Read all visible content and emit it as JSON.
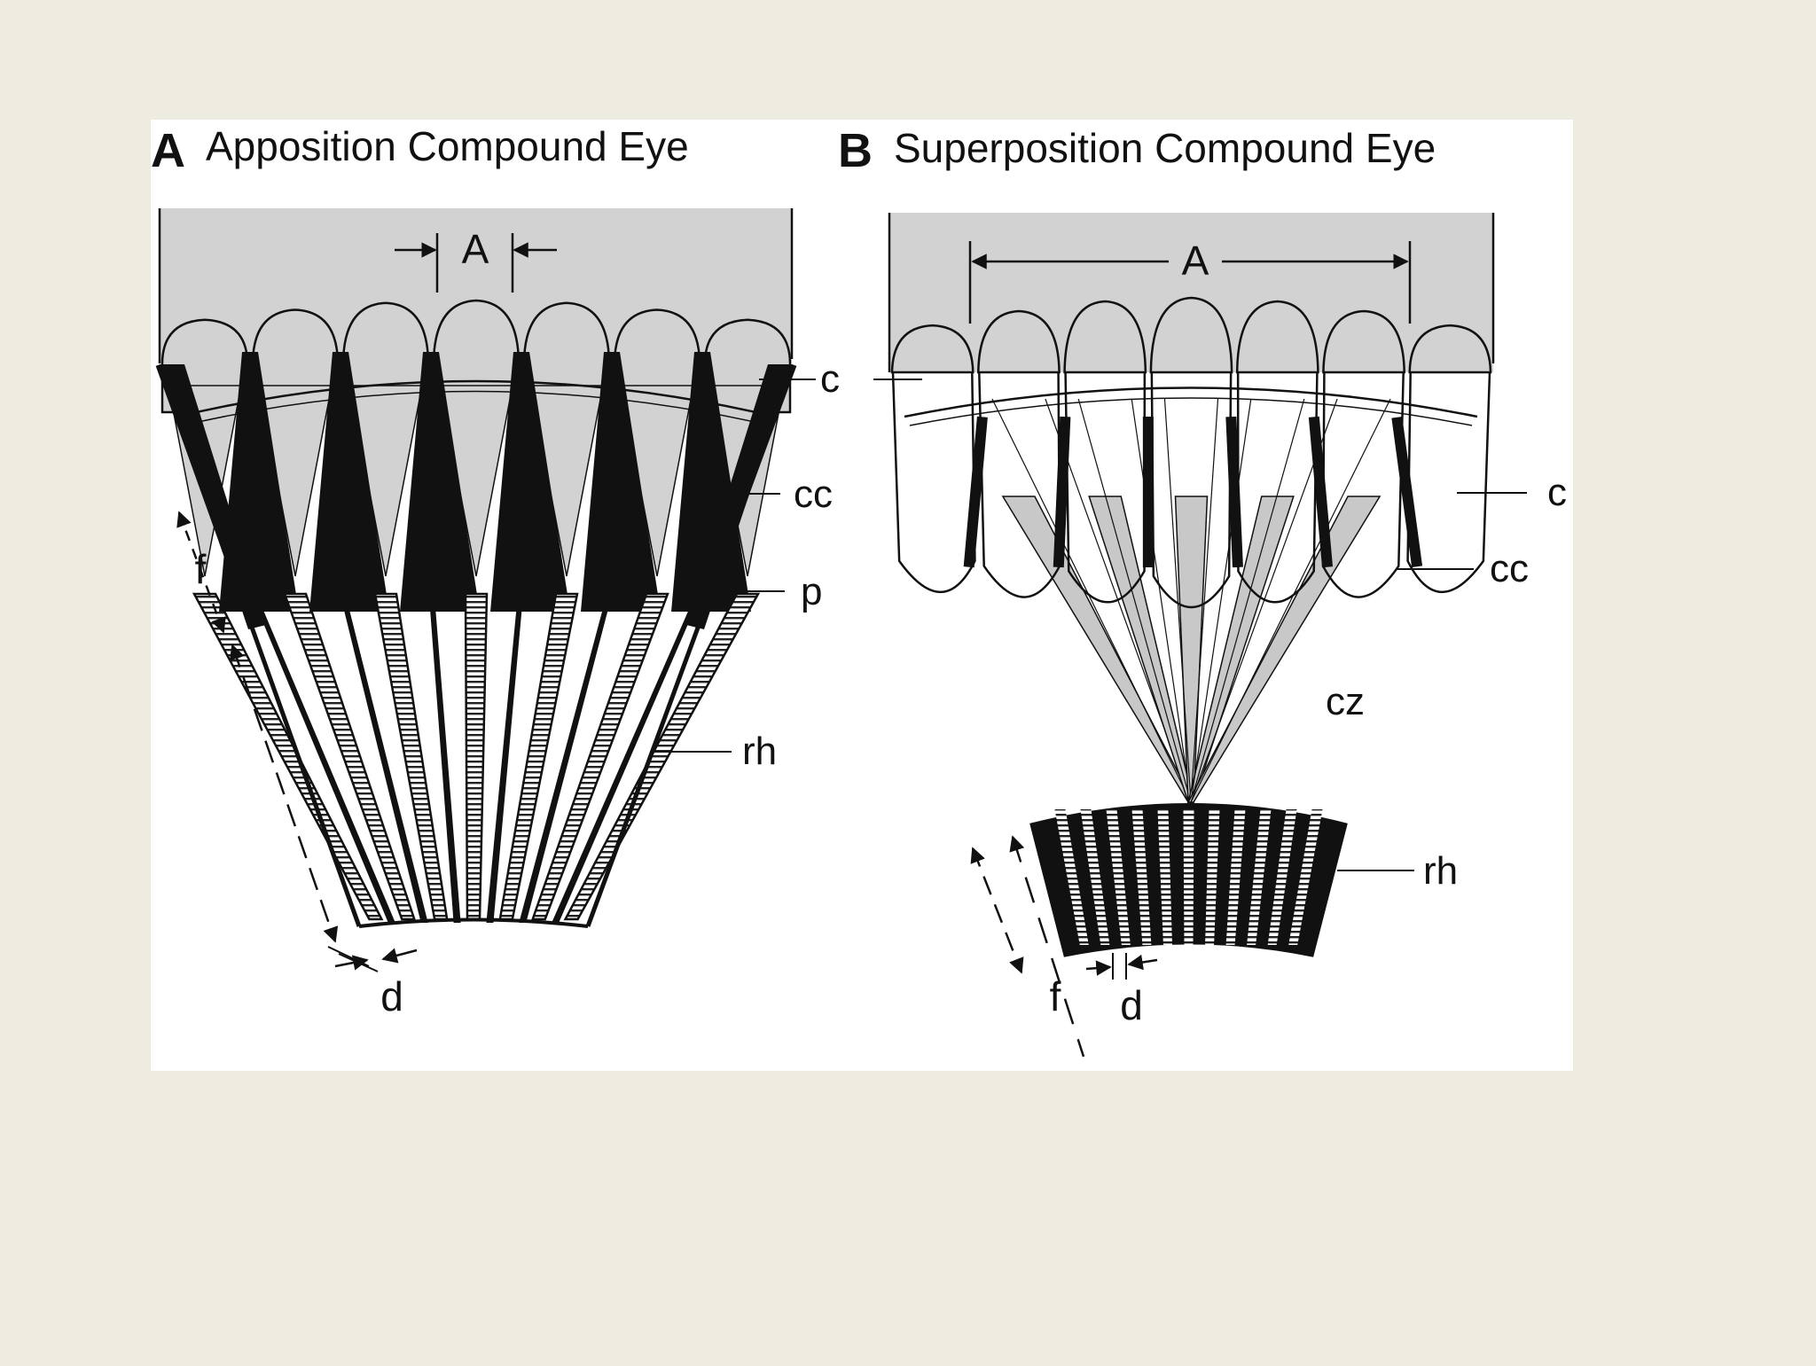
{
  "panels": [
    {
      "letter": "A",
      "title": "Apposition Compound Eye"
    },
    {
      "letter": "B",
      "title": "Superposition Compound Eye"
    }
  ],
  "labels": {
    "aperture": "A",
    "focal_length": "f",
    "rhabdom_diameter": "d",
    "cornea": "c",
    "crystalline_cone": "cc",
    "pigment": "p",
    "clear_zone": "cz",
    "rhabdom": "rh"
  },
  "colors": {
    "background": "#eeebe0",
    "figure": "#ffffff",
    "shade": "#d2d2d2",
    "ink": "#111111"
  }
}
